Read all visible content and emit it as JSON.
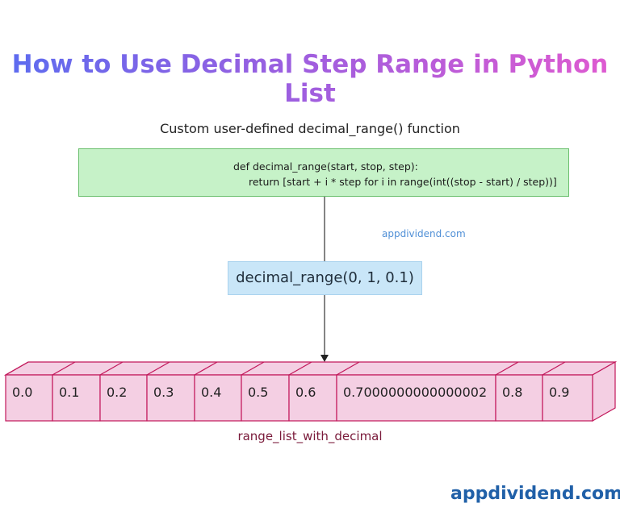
{
  "title": "How to Use Decimal Step Range in Python List",
  "subtitle": "Custom user-defined decimal_range() function",
  "code": {
    "line1": "def decimal_range(start, stop, step):",
    "line2": "return [start + i * step for i in range(int((stop - start) / step))]"
  },
  "watermark_mid": "appdividend.com",
  "call": "decimal_range(0, 1, 0.1)",
  "list_items": [
    "0.0",
    "0.1",
    "0.2",
    "0.3",
    "0.4",
    "0.5",
    "0.6",
    "0.7000000000000002",
    "0.8",
    "0.9"
  ],
  "list_label": "range_list_with_decimal",
  "watermark_bottom": "appdividend.com",
  "colors": {
    "code_box_fill": "#c6f2c8",
    "call_box_fill": "#c9e6f8",
    "list_fill": "#f4cfe3",
    "list_border": "#c2185b",
    "title_gradient_start": "#5b6cf0",
    "title_gradient_end": "#e05ad0"
  }
}
